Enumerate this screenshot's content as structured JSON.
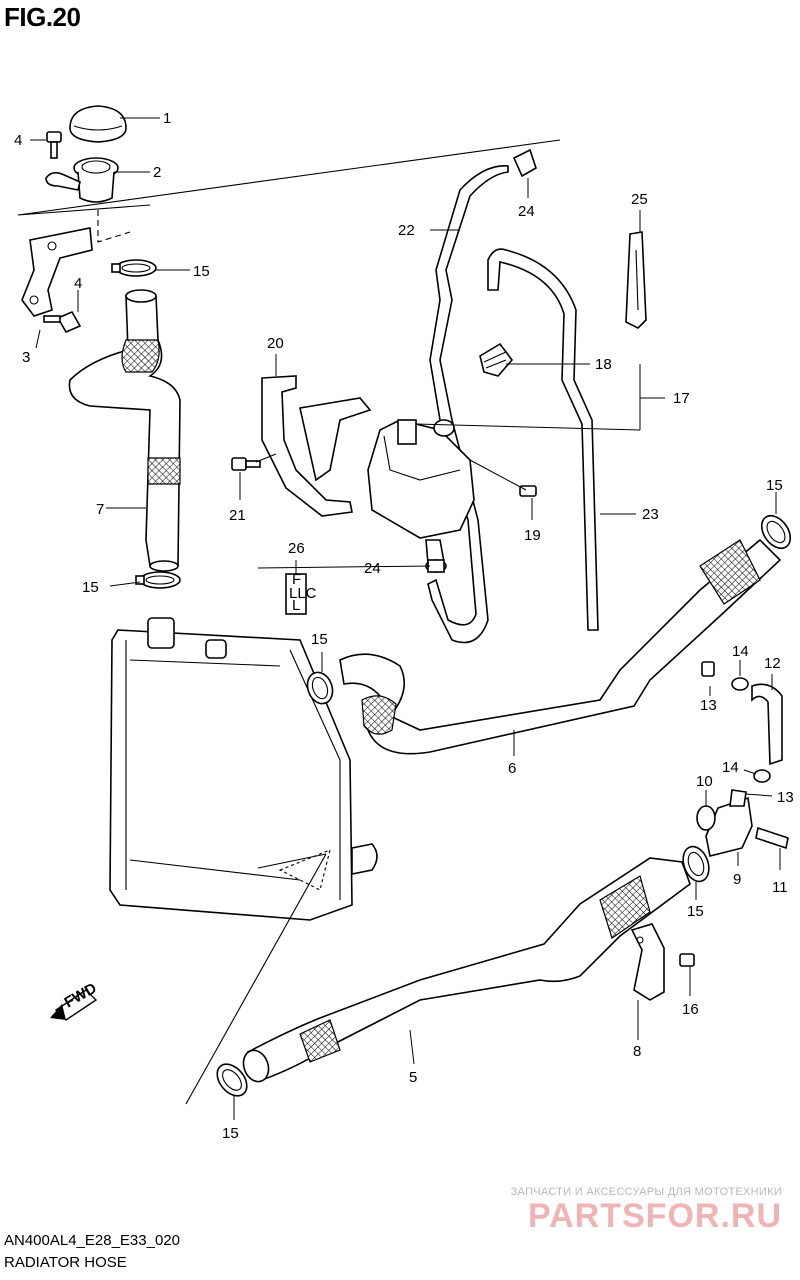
{
  "figure_label": "FIG.20",
  "diagram_code": "AN400AL4_E28_E33_020",
  "diagram_name": "RADIATOR HOSE",
  "fwd_marker": "FWD",
  "coolant_bottle_label": [
    "F",
    "LLC",
    "L"
  ],
  "watermark": {
    "top_line": "ЗАПЧАСТИ И АКСЕССУАРЫ ДЛЯ МОТОТЕХНИКИ",
    "brand": "PARTSFOR.RU"
  },
  "callouts": {
    "c1": "1",
    "c2": "2",
    "c3": "3",
    "c4a": "4",
    "c4b": "4",
    "c5": "5",
    "c6": "6",
    "c7": "7",
    "c8": "8",
    "c9": "9",
    "c10": "10",
    "c11": "11",
    "c12": "12",
    "c13a": "13",
    "c13b": "13",
    "c14a": "14",
    "c14b": "14",
    "c15a": "15",
    "c15b": "15",
    "c15c": "15",
    "c15d": "15",
    "c15e": "15",
    "c15f": "15",
    "c16": "16",
    "c17": "17",
    "c18": "18",
    "c19": "19",
    "c20": "20",
    "c21": "21",
    "c22": "22",
    "c23": "23",
    "c24a": "24",
    "c24b": "24",
    "c25": "25",
    "c26": "26"
  }
}
